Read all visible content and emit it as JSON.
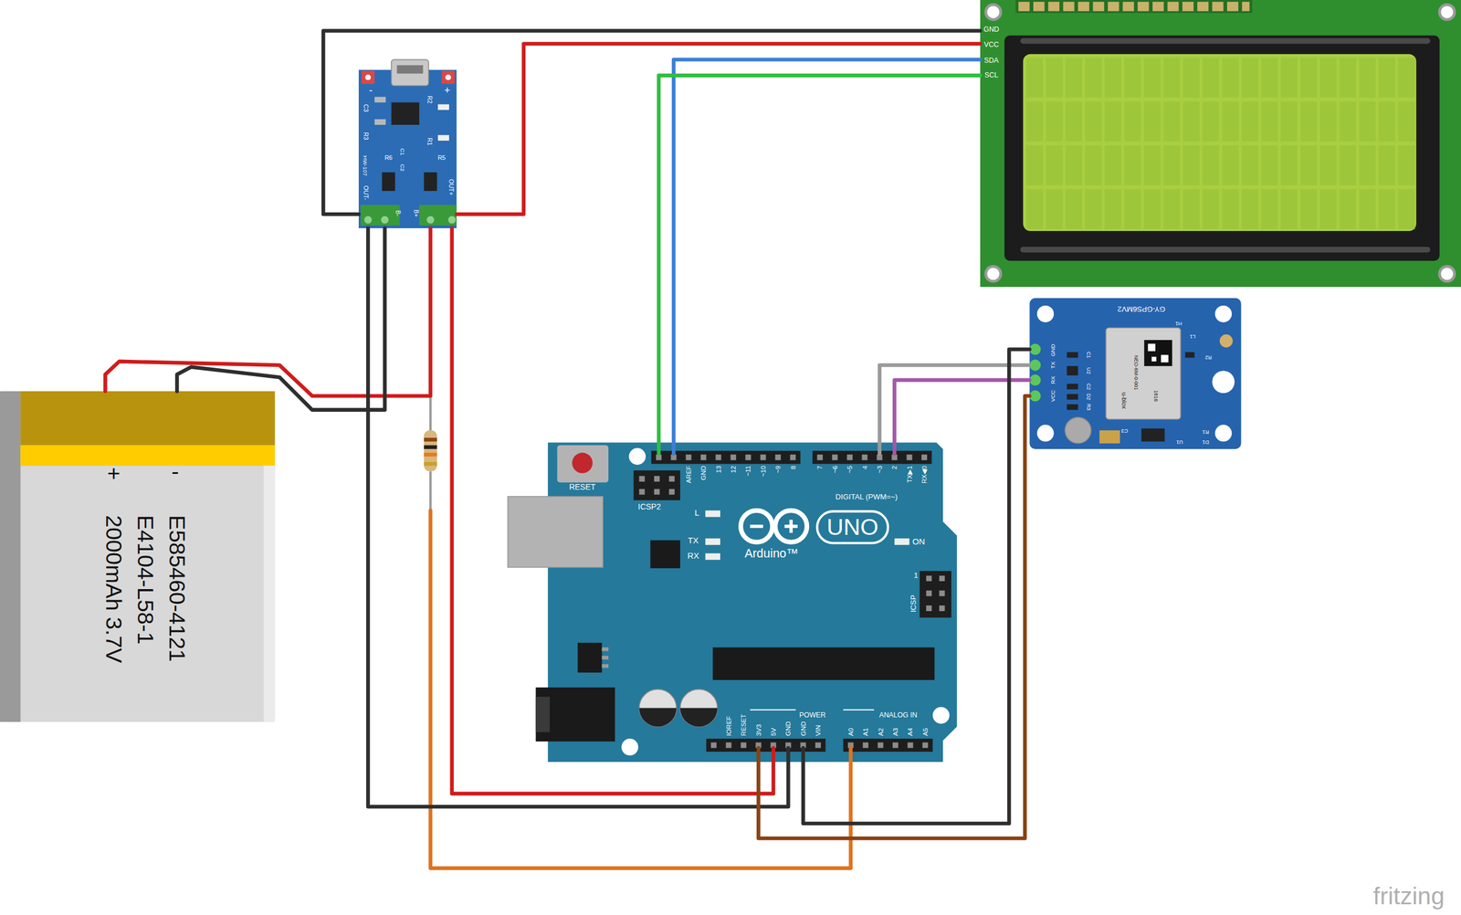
{
  "diagram": {
    "nodes": [
      {
        "text": [
          "-",
          "+",
          "R2",
          "C3",
          "R1",
          "R3",
          "HW-107",
          "R6",
          "C1",
          "C2",
          "R5",
          "OUT-",
          "B-",
          "B+",
          "OUT+"
        ]
      },
      {
        "text": [
          "GND",
          "VCC",
          "SDA",
          "SCL"
        ]
      },
      {
        "text": [
          "GY-GPS6MV2",
          "GND",
          "TX",
          "RX",
          "VCC",
          "u-blox",
          "NEO-6M-0-001",
          "1816",
          "C1",
          "U2",
          "C2",
          "D2",
          "R3",
          "H1",
          "L1",
          "R2",
          "C3",
          "U1",
          "R1",
          "D1"
        ]
      },
      {
        "text": [
          "+",
          "-",
          "E585460-4121",
          "E4104-L58-1",
          "2000mAh 3.7V"
        ]
      },
      {
        "text": [
          "RESET",
          "ICSP2",
          "L",
          "TX",
          "RX",
          "UNO",
          "Arduino™",
          "ON",
          "1",
          "ICSP",
          "AREF",
          "GND",
          "13",
          "12",
          "~11",
          "~10",
          "~9",
          "8",
          "7",
          "~6",
          "~5",
          "4",
          "~3",
          "2",
          "TX▶1",
          "RX◀0",
          "DIGITAL (PWM=~)",
          "IOREF",
          "RESET",
          "3V3",
          "5V",
          "GND",
          "GND",
          "VIN",
          "POWER",
          "ANALOG IN",
          "A0",
          "A1",
          "A2",
          "A3",
          "A4",
          "A5"
        ]
      }
    ],
    "edges": [
      {
        "from": 3,
        "to": 0,
        "arrow": "none"
      },
      {
        "from": 3,
        "to": 0,
        "arrow": "none"
      },
      {
        "from": 0,
        "to": 1,
        "arrow": "none"
      },
      {
        "from": 0,
        "to": 1,
        "arrow": "none"
      },
      {
        "from": 4,
        "to": 1,
        "arrow": "none"
      },
      {
        "from": 4,
        "to": 1,
        "arrow": "none"
      },
      {
        "from": 0,
        "to": 4,
        "arrow": "none"
      },
      {
        "from": 0,
        "to": 4,
        "arrow": "none"
      },
      {
        "from": 4,
        "to": 2,
        "arrow": "none"
      },
      {
        "from": 4,
        "to": 2,
        "arrow": "none"
      },
      {
        "from": 4,
        "to": 2,
        "arrow": "none"
      },
      {
        "from": 4,
        "to": 2,
        "arrow": "none"
      }
    ],
    "labels": [
      "fritzing"
    ]
  }
}
